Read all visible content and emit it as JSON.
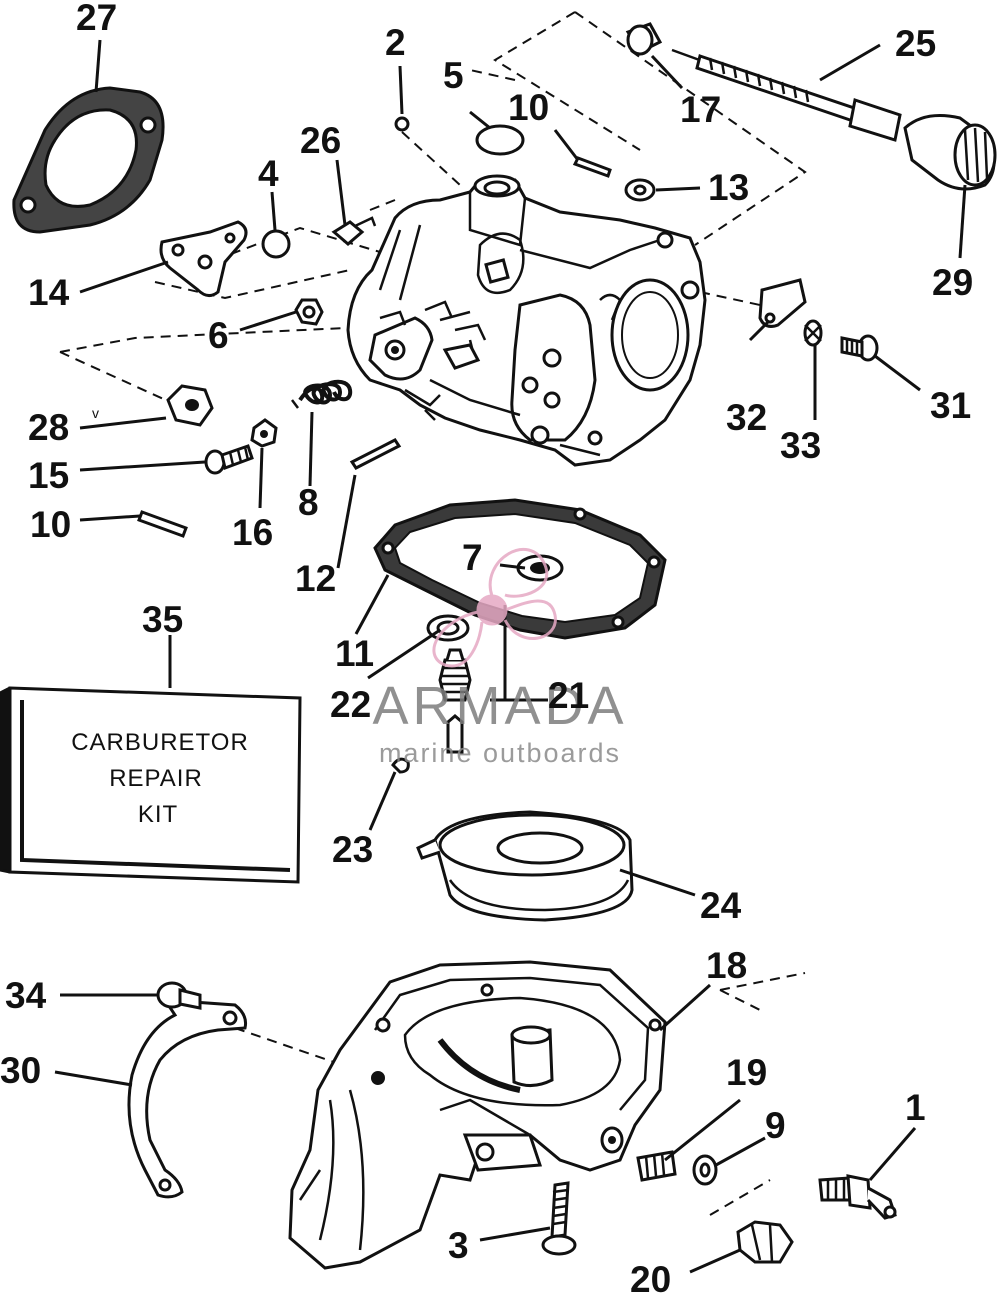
{
  "diagram": {
    "callouts": [
      {
        "id": "c1",
        "label": "1"
      },
      {
        "id": "c2",
        "label": "2"
      },
      {
        "id": "c3",
        "label": "3"
      },
      {
        "id": "c4",
        "label": "4"
      },
      {
        "id": "c5",
        "label": "5"
      },
      {
        "id": "c6",
        "label": "6"
      },
      {
        "id": "c7",
        "label": "7"
      },
      {
        "id": "c8",
        "label": "8"
      },
      {
        "id": "c9",
        "label": "9"
      },
      {
        "id": "c10a",
        "label": "10"
      },
      {
        "id": "c10b",
        "label": "10"
      },
      {
        "id": "c11",
        "label": "11"
      },
      {
        "id": "c12",
        "label": "12"
      },
      {
        "id": "c13",
        "label": "13"
      },
      {
        "id": "c14",
        "label": "14"
      },
      {
        "id": "c15",
        "label": "15"
      },
      {
        "id": "c16",
        "label": "16"
      },
      {
        "id": "c17",
        "label": "17"
      },
      {
        "id": "c18",
        "label": "18"
      },
      {
        "id": "c19",
        "label": "19"
      },
      {
        "id": "c20",
        "label": "20"
      },
      {
        "id": "c21",
        "label": "21"
      },
      {
        "id": "c22",
        "label": "22"
      },
      {
        "id": "c23",
        "label": "23"
      },
      {
        "id": "c24",
        "label": "24"
      },
      {
        "id": "c25",
        "label": "25"
      },
      {
        "id": "c26",
        "label": "26"
      },
      {
        "id": "c27",
        "label": "27"
      },
      {
        "id": "c28",
        "label": "28"
      },
      {
        "id": "c29",
        "label": "29"
      },
      {
        "id": "c30",
        "label": "30"
      },
      {
        "id": "c31",
        "label": "31"
      },
      {
        "id": "c32",
        "label": "32"
      },
      {
        "id": "c33",
        "label": "33"
      },
      {
        "id": "c34",
        "label": "34"
      },
      {
        "id": "c35",
        "label": "35"
      }
    ],
    "kit_box": {
      "line1": "CARBURETOR",
      "line2": "REPAIR",
      "line3": "KIT"
    },
    "tick_mark": "v"
  },
  "watermark": {
    "brand": "ARMADA",
    "tagline": "marine outboards",
    "color": "#e6a9c4"
  }
}
